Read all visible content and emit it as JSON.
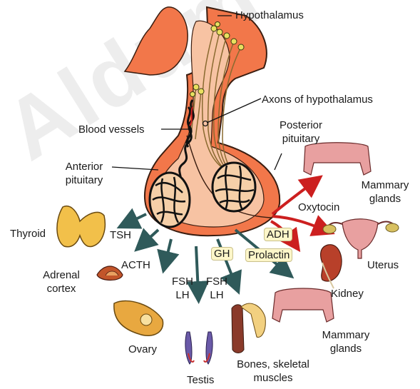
{
  "watermark": "Aldum",
  "labels": {
    "hypothalamus": "Hypothalamus",
    "axons": "Axons of hypothalamus",
    "blood_vessels": "Blood vessels",
    "posterior_pituitary": [
      "Posterior",
      "pituitary"
    ],
    "anterior_pituitary": [
      "Anterior",
      "pituitary"
    ],
    "mammary_glands_top": [
      "Mammary",
      "glands"
    ],
    "oxytocin": "Oxytocin",
    "thyroid": "Thyroid",
    "tsh": "TSH",
    "adh": "ADH",
    "uterus": "Uterus",
    "acth": "ACTH",
    "gh": "GH",
    "prolactin": "Prolactin",
    "adrenal_cortex": [
      "Adrenal",
      "cortex"
    ],
    "fsh_lh_1": [
      "FSH",
      "LH"
    ],
    "fsh_lh_2": [
      "FSH",
      "LH"
    ],
    "kidney": "Kidney",
    "mammary_glands_bottom": [
      "Mammary",
      "glands"
    ],
    "ovary": "Ovary",
    "bones": [
      "Bones, skeletal",
      "muscles"
    ],
    "testis": "Testis"
  },
  "colors": {
    "gland_orange": "#f2774a",
    "gland_light": "#f7c3a3",
    "arrow_teal": "#2f5a5a",
    "arrow_red": "#cc1f1f",
    "skin": "#e8a0a0",
    "thyroid_yellow": "#f2c04a"
  }
}
